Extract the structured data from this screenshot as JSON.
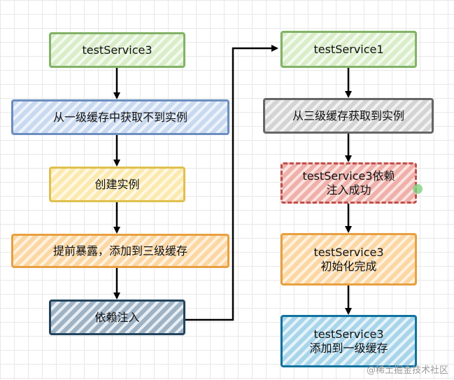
{
  "nodes": {
    "left_1": "testService3",
    "left_2": "从一级缓存中获取不到实例",
    "left_3": "创建实例",
    "left_4": "提前暴露，添加到三级缓存",
    "left_5": "依赖注入",
    "right_1": "testService1",
    "right_2": "从三级缓存获取到实例",
    "right_3": "testService3依赖\n注入成功",
    "right_4": "testService3\n初始化完成",
    "right_5": "testService3\n添加到一级缓存"
  },
  "watermark": "@稀土掘金技术社区"
}
